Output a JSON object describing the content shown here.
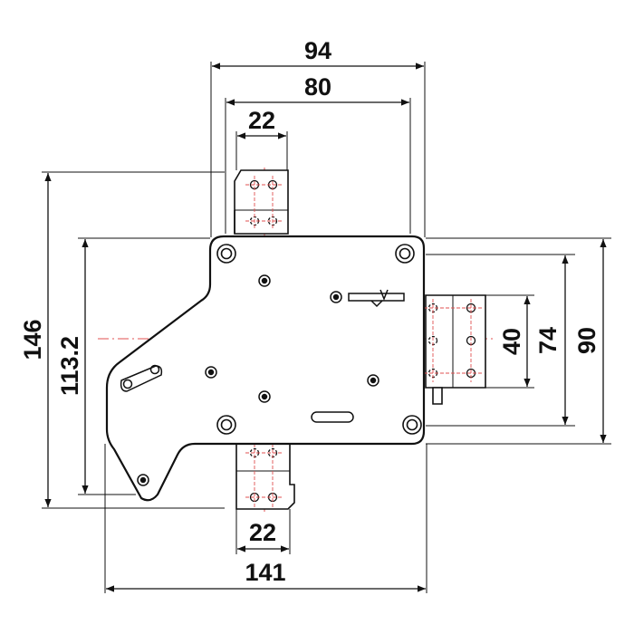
{
  "dimensions": {
    "top_outer": "94",
    "top_inner": "80",
    "top_bolt": "22",
    "bottom_bolt": "22",
    "left_outer": "146",
    "left_inner": "113.2",
    "right_small": "40",
    "right_mid": "74",
    "right_outer": "90",
    "bottom_width": "141"
  },
  "colors": {
    "line": "#111111",
    "center_line": "#e05050",
    "background": "#ffffff"
  }
}
